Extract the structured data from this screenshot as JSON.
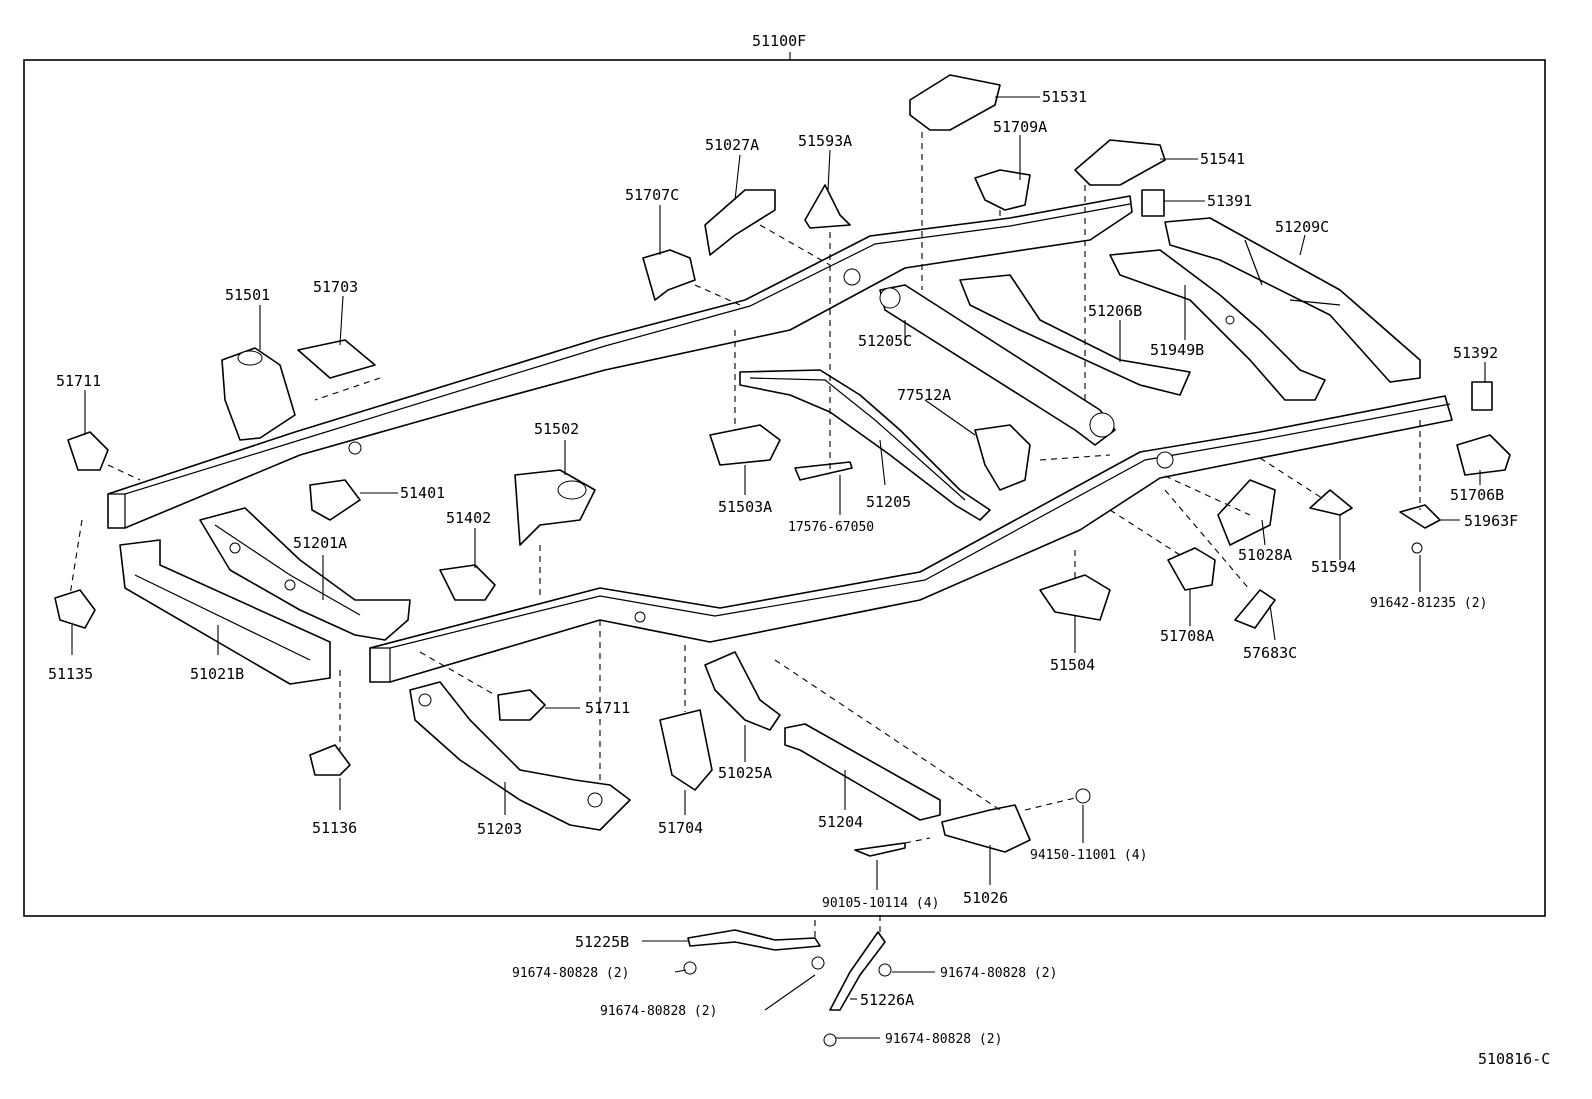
{
  "diagram": {
    "assembly_label": "51100F",
    "figure_id": "510816-C",
    "parts": [
      {
        "id": "p51531",
        "label": "51531"
      },
      {
        "id": "p51709A",
        "label": "51709A"
      },
      {
        "id": "p51541",
        "label": "51541"
      },
      {
        "id": "p51027A",
        "label": "51027A"
      },
      {
        "id": "p51593A",
        "label": "51593A"
      },
      {
        "id": "p51391",
        "label": "51391"
      },
      {
        "id": "p51707C",
        "label": "51707C"
      },
      {
        "id": "p51209C",
        "label": "51209C"
      },
      {
        "id": "p51501",
        "label": "51501"
      },
      {
        "id": "p51703",
        "label": "51703"
      },
      {
        "id": "p51206B",
        "label": "51206B"
      },
      {
        "id": "p51711a",
        "label": "51711"
      },
      {
        "id": "p51205C",
        "label": "51205C"
      },
      {
        "id": "p51949B",
        "label": "51949B"
      },
      {
        "id": "p51392",
        "label": "51392"
      },
      {
        "id": "p77512A",
        "label": "77512A"
      },
      {
        "id": "p51502",
        "label": "51502"
      },
      {
        "id": "p51401",
        "label": "51401"
      },
      {
        "id": "p51503A",
        "label": "51503A"
      },
      {
        "id": "p51205",
        "label": "51205"
      },
      {
        "id": "p51706B",
        "label": "51706B"
      },
      {
        "id": "p51402",
        "label": "51402"
      },
      {
        "id": "p51201A",
        "label": "51201A"
      },
      {
        "id": "p17576",
        "label": "17576-67050"
      },
      {
        "id": "p51028A",
        "label": "51028A"
      },
      {
        "id": "p51594",
        "label": "51594"
      },
      {
        "id": "p51963F",
        "label": "51963F"
      },
      {
        "id": "p91642",
        "label": "91642-81235 (2)"
      },
      {
        "id": "p51708A",
        "label": "51708A"
      },
      {
        "id": "p57683C",
        "label": "57683C"
      },
      {
        "id": "p51135",
        "label": "51135"
      },
      {
        "id": "p51021B",
        "label": "51021B"
      },
      {
        "id": "p51504",
        "label": "51504"
      },
      {
        "id": "p51711b",
        "label": "51711"
      },
      {
        "id": "p51025A",
        "label": "51025A"
      },
      {
        "id": "p51136",
        "label": "51136"
      },
      {
        "id": "p51203",
        "label": "51203"
      },
      {
        "id": "p51704",
        "label": "51704"
      },
      {
        "id": "p51204",
        "label": "51204"
      },
      {
        "id": "p94150",
        "label": "94150-11001 (4)"
      },
      {
        "id": "p90105",
        "label": "90105-10114 (4)"
      },
      {
        "id": "p51026",
        "label": "51026"
      },
      {
        "id": "p51225B",
        "label": "51225B"
      },
      {
        "id": "p91674a",
        "label": "91674-80828 (2)"
      },
      {
        "id": "p91674b",
        "label": "91674-80828 (2)"
      },
      {
        "id": "p91674c",
        "label": "91674-80828 (2)"
      },
      {
        "id": "p51226A",
        "label": "51226A"
      },
      {
        "id": "p91674d",
        "label": "91674-80828 (2)"
      }
    ]
  }
}
